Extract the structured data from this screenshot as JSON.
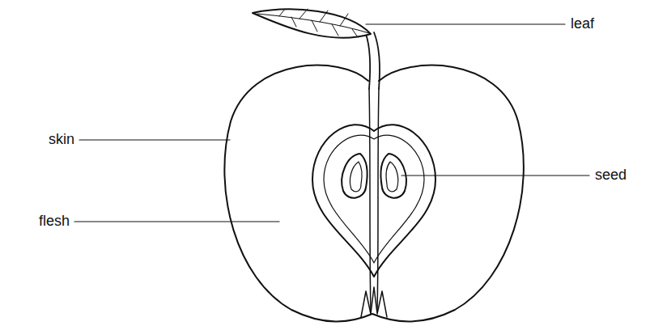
{
  "diagram": {
    "labels": [
      "leaf",
      "skin",
      "seed",
      "flesh"
    ]
  }
}
